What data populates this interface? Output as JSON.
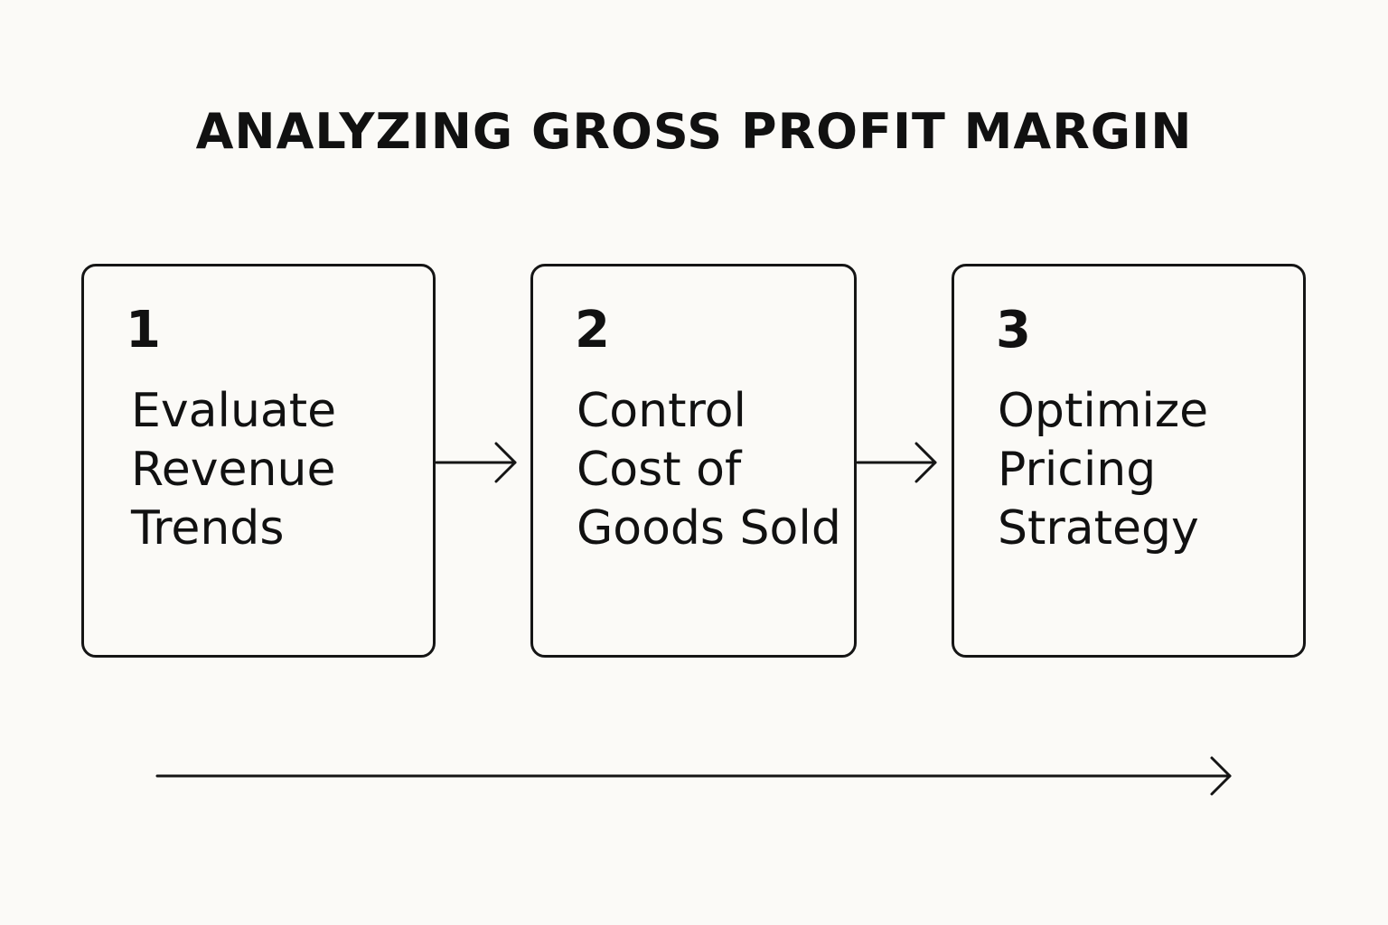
{
  "title": "ANALYZING GROSS PROFIT MARGIN",
  "steps": [
    {
      "number": "1",
      "label": "Evaluate\nRevenue\nTrends"
    },
    {
      "number": "2",
      "label": "Control\nCost of\nGoods Sold"
    },
    {
      "number": "3",
      "label": "Optimize\nPricing\nStrategy"
    }
  ],
  "colors": {
    "background": "#fbfaf7",
    "stroke": "#151515",
    "text": "#111111"
  }
}
